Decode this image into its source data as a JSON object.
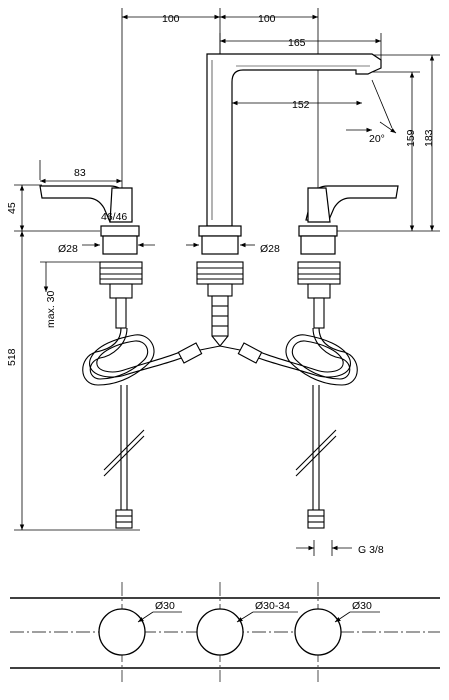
{
  "dimensions": {
    "spread_left": "100",
    "spread_right": "100",
    "spout_reach": "165",
    "spout_inner": "152",
    "handle_reach": "83",
    "handle_rotation": "46/46",
    "handle_height": "45",
    "spout_angle": "20°",
    "spout_height_outlet": "159",
    "spout_height_total": "183",
    "total_below_deck": "518",
    "deck_max": "max. 30",
    "body_diameter_left": "Ø28",
    "body_diameter_right": "Ø28",
    "connection_thread": "G 3/8"
  },
  "holes": {
    "left": "Ø30",
    "center": "Ø30-34",
    "right": "Ø30"
  }
}
